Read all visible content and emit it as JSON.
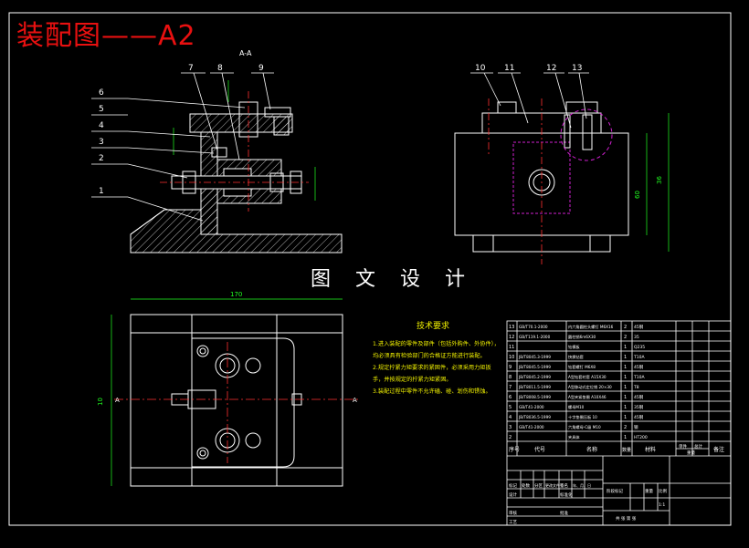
{
  "header": {
    "title": "装配图——A2",
    "section_label": "A-A"
  },
  "banner": "图 文 设 计",
  "callouts": {
    "left_stack": [
      "6",
      "5",
      "4",
      "3",
      "2",
      "1"
    ],
    "top_left": [
      "7",
      "8",
      "9"
    ],
    "top_right": [
      "10",
      "11",
      "12",
      "13"
    ]
  },
  "dimensions": {
    "overall_width": "170",
    "plan_height": "10",
    "side_height": "60",
    "side_total": "36",
    "section_marker_left": "A",
    "section_marker_right": "A"
  },
  "tech": {
    "heading": "技术要求",
    "items": [
      "1.进入装配的零件及部件（包括外购件、外协件），均必须具有检验部门的合格证方能进行装配。",
      "2.规定拧紧力矩要求的紧固件，必须采用力矩扳手，并按规定的拧紧力矩紧固。",
      "3.装配过程中零件不允许磕、碰、划伤和锈蚀。"
    ]
  },
  "bom": {
    "rows": [
      {
        "no": "13",
        "code": "GB/T70.1-2000",
        "name": "内六角圆柱头螺钉 M6X16",
        "qty": "2",
        "mat": "45钢"
      },
      {
        "no": "12",
        "code": "GB/T119.1-2000",
        "name": "圆柱销6m6X30",
        "qty": "2",
        "mat": "35"
      },
      {
        "no": "11",
        "code": "",
        "name": "钻模板",
        "qty": "1",
        "mat": "Q235"
      },
      {
        "no": "10",
        "code": "JB/T8045.3-1999",
        "name": "快换钻套",
        "qty": "1",
        "mat": "T10A"
      },
      {
        "no": "9",
        "code": "JB/T8045.5-1999",
        "name": "钻套螺钉 M6X8",
        "qty": "1",
        "mat": "45钢"
      },
      {
        "no": "8",
        "code": "JB/T8045.2-1999",
        "name": "A型钻套衬套 A15X30",
        "qty": "1",
        "mat": "T10A"
      },
      {
        "no": "7",
        "code": "JB/T8011.5-1999",
        "name": "A型移动式定位销 20×30",
        "qty": "1",
        "mat": "T8"
      },
      {
        "no": "6",
        "code": "JB/T8008.5-1999",
        "name": "A型夹紧垫圈 A10X46",
        "qty": "1",
        "mat": "45钢"
      },
      {
        "no": "5",
        "code": "GB/T41-2000",
        "name": "螺母M10",
        "qty": "1",
        "mat": "35钢"
      },
      {
        "no": "4",
        "code": "JB/T8036.5-1999",
        "name": "十字垫圈压板 10",
        "qty": "1",
        "mat": "45钢"
      },
      {
        "no": "3",
        "code": "GB/T41-2000",
        "name": "六角螺母-C级 M10",
        "qty": "2",
        "mat": "钢"
      },
      {
        "no": "2",
        "code": "",
        "name": "夹具体",
        "qty": "1",
        "mat": "HT200"
      }
    ],
    "header": {
      "no": "序号",
      "code": "代号",
      "name": "名称",
      "qty": "数量",
      "mat": "材料",
      "unit": "单件",
      "total": "总计",
      "weight": "重量",
      "remark": "备注"
    },
    "title_block": {
      "mark": "标记",
      "count": "处数",
      "zone": "分区",
      "doc": "更改文件号",
      "sign": "签名",
      "date": "年、月、日",
      "design": "设计",
      "std": "标准化",
      "review": "审核",
      "process": "工艺",
      "approve": "批准",
      "stage": "阶段标记",
      "weight": "重量",
      "scale": "比例",
      "scale_value": "1:1",
      "sheets": "共  张  第  张"
    }
  }
}
